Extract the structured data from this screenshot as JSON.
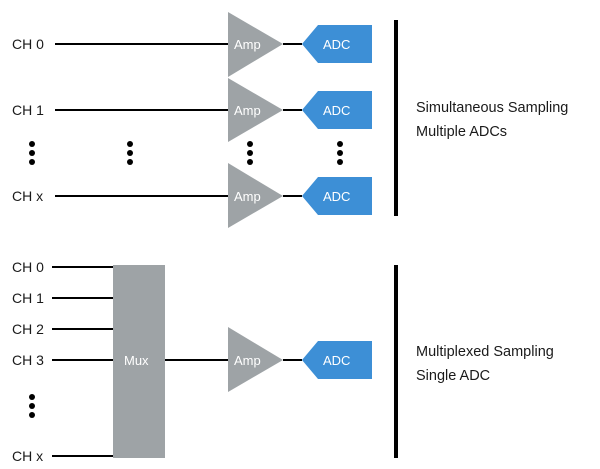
{
  "colors": {
    "amp": "#9ea3a6",
    "adc": "#3d8fd6",
    "mux": "#9ea3a6",
    "wire": "#000000",
    "text": "#1a1a1a",
    "block_text": "#ffffff"
  },
  "top": {
    "channels": [
      "CH 0",
      "CH 1",
      "CH x"
    ],
    "amp_label": "Amp",
    "adc_label": "ADC",
    "caption_line1": "Simultaneous Sampling",
    "caption_line2": "Multiple ADCs"
  },
  "bottom": {
    "channels": [
      "CH 0",
      "CH 1",
      "CH 2",
      "CH 3",
      "CH x"
    ],
    "mux_label": "Mux",
    "amp_label": "Amp",
    "adc_label": "ADC",
    "caption_line1": "Multiplexed Sampling",
    "caption_line2": "Single ADC"
  },
  "icons": {
    "ellipsis": "vertical-ellipsis-icon"
  }
}
